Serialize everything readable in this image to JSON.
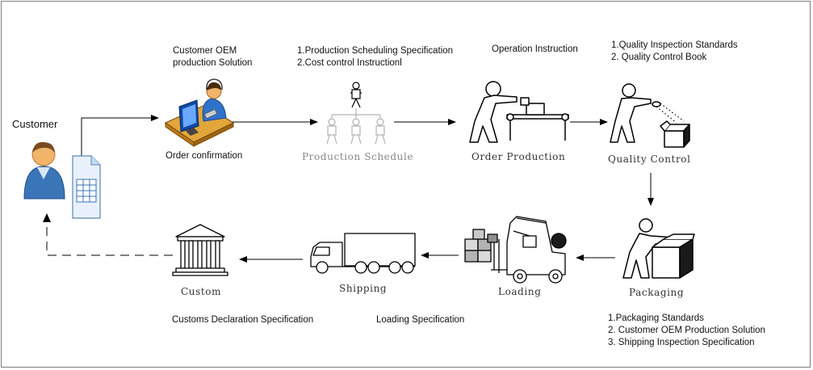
{
  "customer": {
    "label": "Customer"
  },
  "order_confirmation": {
    "label": "Order confirmation",
    "note": [
      "Customer OEM",
      "production Solution"
    ]
  },
  "production_schedule": {
    "label": "Production Schedule",
    "note": [
      "1.Production Scheduling Specification",
      "2.Cost control Instructionl"
    ]
  },
  "order_production": {
    "label": "Order Production",
    "note": [
      "Operation Instruction"
    ]
  },
  "quality_control": {
    "label": "Quality Control",
    "note": [
      "1.Quality Inspection Standards",
      "2. Quality Control Book"
    ]
  },
  "packaging": {
    "label": "Packaging",
    "note": [
      "1.Packaging  Standards",
      "2. Customer OEM Production Solution",
      "3. Shipping Inspection Specification"
    ]
  },
  "loading": {
    "label": "Loading",
    "note": [
      "Loading Specification"
    ]
  },
  "shipping": {
    "label": "Shipping"
  },
  "custom": {
    "label": "Custom",
    "note": [
      "Customs Declaration Specification"
    ]
  },
  "colors": {
    "line": "#000000",
    "light_icon": "#b3b3b3",
    "person_blue": "#3a75b8",
    "desk": "#d99a2b"
  }
}
